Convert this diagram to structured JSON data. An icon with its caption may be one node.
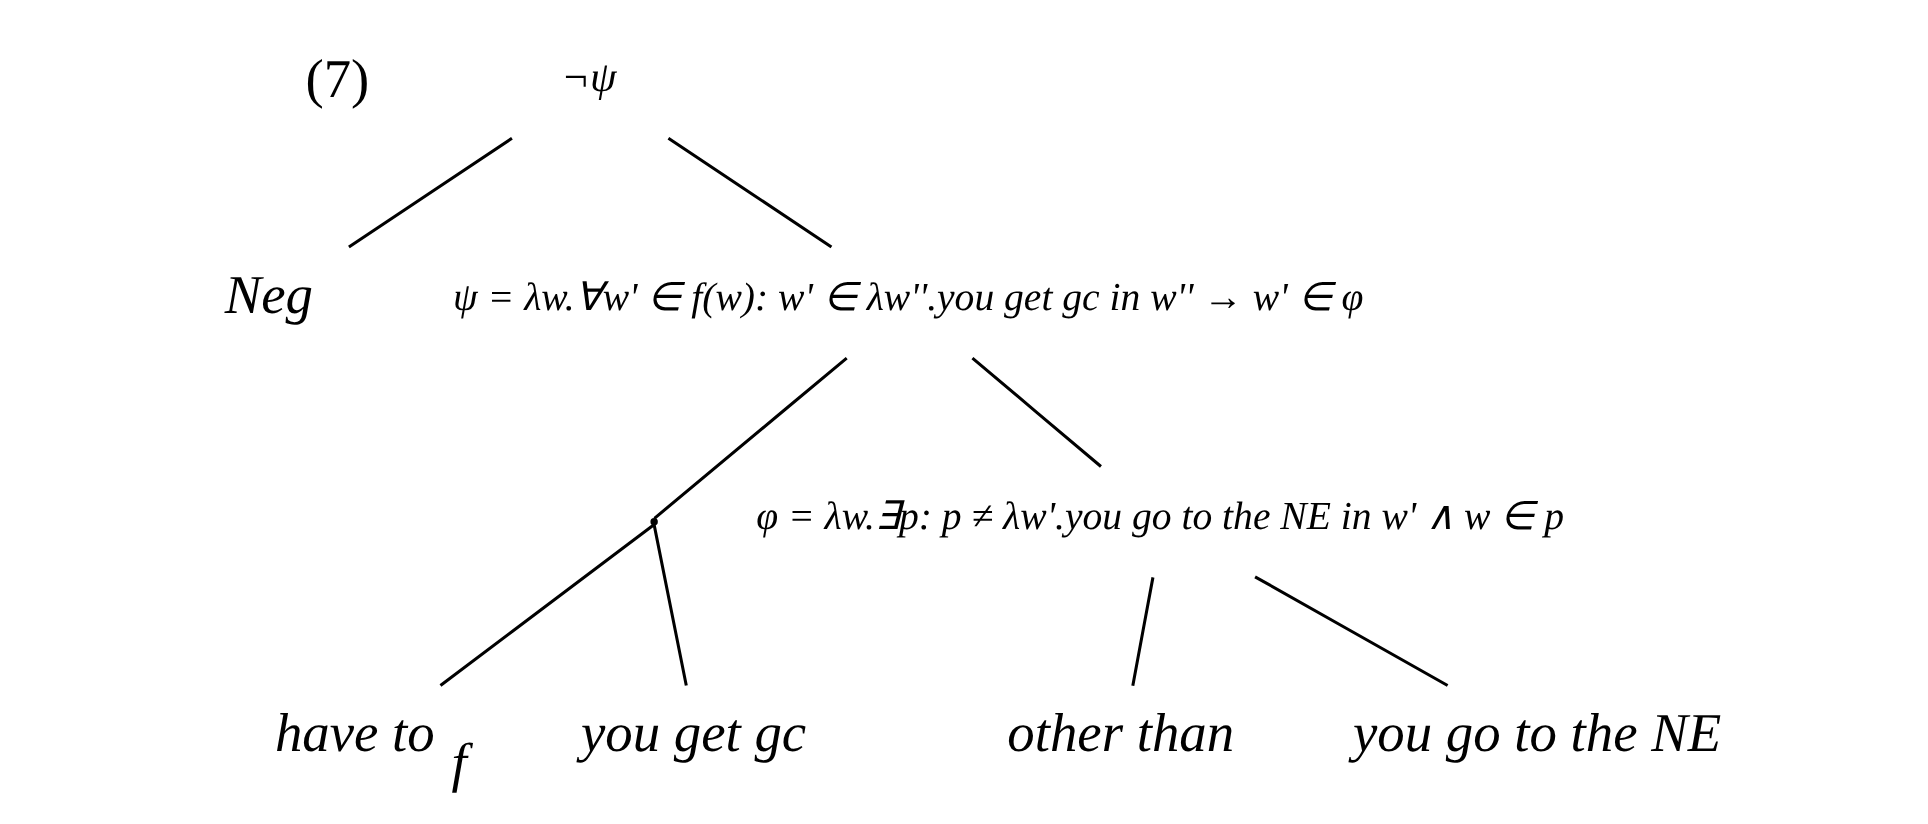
{
  "diagram": {
    "nodes": [
      {
        "text": [
          "¬ψ"
        ]
      },
      {
        "text": [
          "Neg"
        ]
      },
      {
        "text": [
          "ψ = λw.∀w' ∈ f(w): w' ∈ λw''.you get gc in w'' → w' ∈ φ"
        ]
      },
      {
        "text": [],
        "shape": "point"
      },
      {
        "text": [
          "φ = λw.∃p: p ≠ λw'.you go to the NE in w' ∧ w ∈ p"
        ]
      },
      {
        "text": [
          "have to $_{f}$"
        ]
      },
      {
        "text": [
          "you get gc"
        ]
      },
      {
        "text": [
          "other than"
        ]
      },
      {
        "text": [
          "you go to the NE"
        ]
      }
    ],
    "edges": [
      {
        "from": 0,
        "to": 1,
        "arrow": "none"
      },
      {
        "from": 0,
        "to": 2,
        "arrow": "none"
      },
      {
        "from": 2,
        "to": 3,
        "arrow": "none"
      },
      {
        "from": 2,
        "to": 4,
        "arrow": "none"
      },
      {
        "from": 3,
        "to": 5,
        "arrow": "none"
      },
      {
        "from": 3,
        "to": 6,
        "arrow": "none"
      },
      {
        "from": 4,
        "to": 7,
        "arrow": "none"
      },
      {
        "from": 4,
        "to": 8,
        "arrow": "none"
      }
    ],
    "labels": [
      "(7)"
    ]
  }
}
